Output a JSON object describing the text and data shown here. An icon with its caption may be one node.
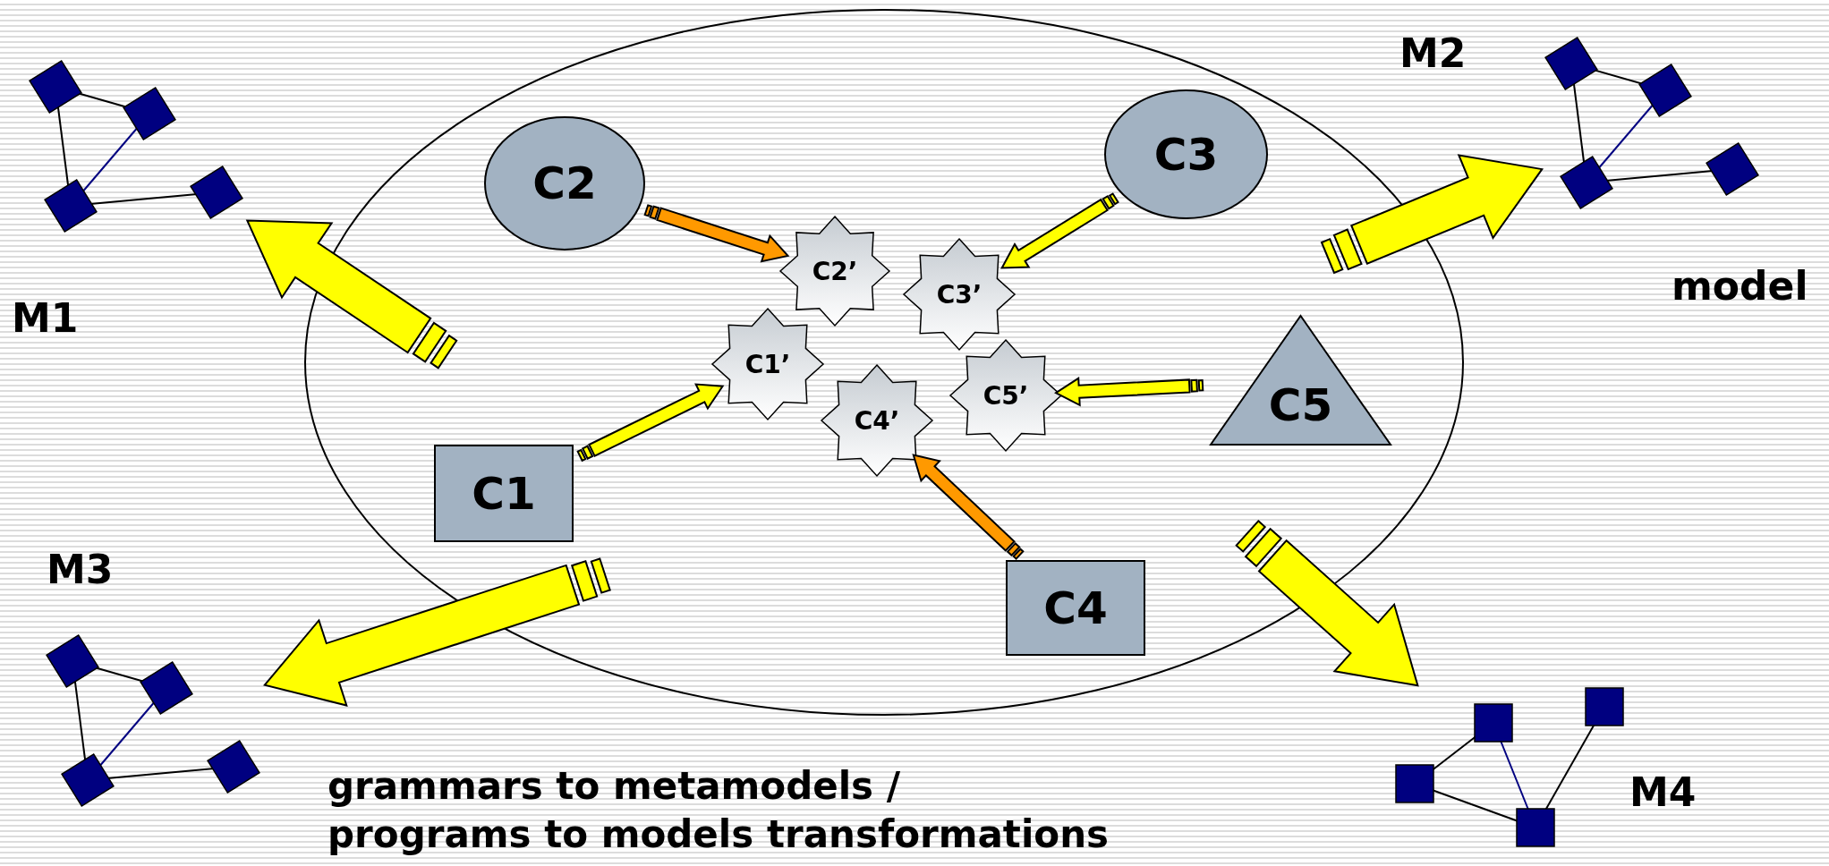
{
  "diagram": {
    "nodes": [
      {
        "text": [],
        "shape": "ellipse"
      },
      {
        "text": [
          "C2"
        ],
        "in": 0
      },
      {
        "text": [
          "C3"
        ],
        "in": 0
      },
      {
        "text": [
          "C1"
        ],
        "in": 0
      },
      {
        "text": [
          "C5"
        ],
        "in": 0
      },
      {
        "text": [
          "C4"
        ],
        "in": 0
      },
      {
        "text": [
          "C2’"
        ],
        "in": 0
      },
      {
        "text": [
          "C3’"
        ],
        "in": 0
      },
      {
        "text": [
          "C1’"
        ],
        "in": 0
      },
      {
        "text": [
          "C4’"
        ],
        "in": 0
      },
      {
        "text": [
          "C5’"
        ],
        "in": 0
      },
      {
        "text": [],
        "shape": "picture",
        "beside": [
          "M1"
        ]
      },
      {
        "text": [],
        "shape": "picture",
        "beside": [
          "M2"
        ]
      },
      {
        "text": [],
        "shape": "picture",
        "beside": [
          "M3"
        ]
      },
      {
        "text": [],
        "shape": "picture",
        "beside": [
          "M4"
        ]
      }
    ],
    "edges": [
      {
        "from": 1,
        "to": 6,
        "arrow": "to",
        "color": "#ff9900"
      },
      {
        "from": 2,
        "to": 7,
        "arrow": "to"
      },
      {
        "from": 4,
        "to": 10,
        "arrow": "to"
      },
      {
        "from": 3,
        "to": 8,
        "arrow": "to"
      },
      {
        "from": 5,
        "to": 9,
        "arrow": "to",
        "color": "#ff9900"
      },
      {
        "from": 0,
        "to": 11,
        "arrow": "to",
        "style": "thick"
      },
      {
        "from": 0,
        "to": 12,
        "arrow": "to",
        "style": "thick"
      },
      {
        "from": 0,
        "to": 13,
        "arrow": "to",
        "style": "thick"
      },
      {
        "from": 0,
        "to": 14,
        "arrow": "to",
        "style": "thick"
      }
    ],
    "labels": [
      "model",
      "grammars to metamodels /",
      "programs to models transformations"
    ]
  }
}
